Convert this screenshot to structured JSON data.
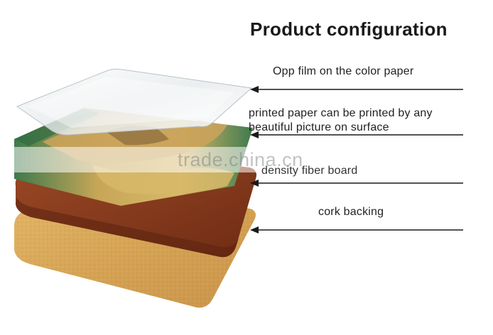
{
  "title": "Product configuration",
  "layers": [
    {
      "label": "Opp film on the color paper"
    },
    {
      "label_line1": "printed paper can be printed by any",
      "label_line2": "beautiful picture on surface"
    },
    {
      "label": "density fiber board"
    },
    {
      "label": "cork backing"
    }
  ],
  "watermark": "trade.china.cn",
  "colors": {
    "cork": "#d9a95a",
    "fiber_board": "#8a3b1f",
    "printed_paper_green": "#3f7a4e",
    "printed_paper_tan": "#c9a85a",
    "film": "#e8ecee",
    "arrow": "#1a1a1a"
  }
}
